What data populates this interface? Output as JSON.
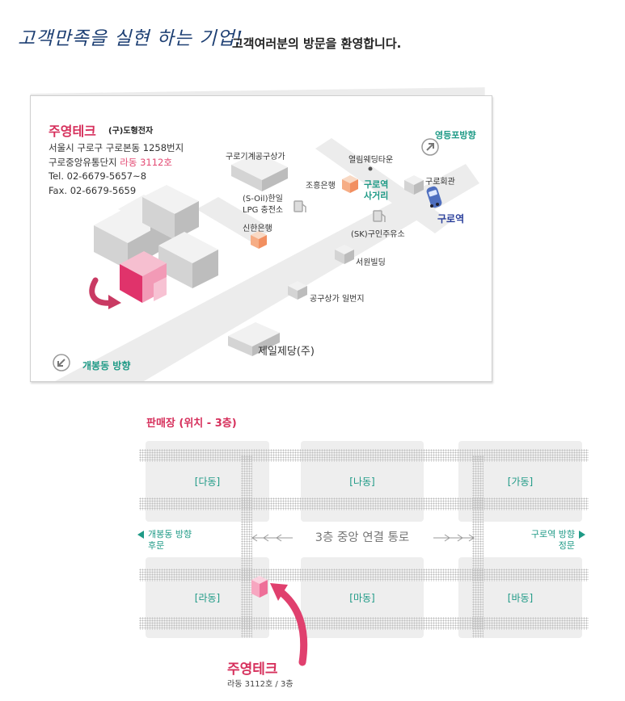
{
  "header": {
    "slogan": "고객만족을 실현 하는 기업!",
    "welcome": "고객여러분의 방문을 환영합니다."
  },
  "map": {
    "company_name": "주영테크",
    "company_sub": "(구)도형전자",
    "address": "서울시 구로구 구로본동 1258번지",
    "complex": "구로중앙유통단지",
    "unit": "라동 3112호",
    "tel": "Tel. 02-6679-5657~8",
    "fax": "Fax. 02-6679-5659",
    "labels": {
      "guro_tool_mall": "구로기계공구상가",
      "yeollim_wedding": "열림웨딩타운",
      "guro_hall": "구로회관",
      "joheung_bank": "조흥은행",
      "guro_station_crossroad_1": "구로역",
      "guro_station_crossroad_2": "사거리",
      "soil_station_1": "(S-Oil)한일",
      "soil_station_2": "LPG 충전소",
      "guro_station": "구로역",
      "shinhan_bank": "신한은행",
      "sk_station": "(SK)구인주유소",
      "seowon_building": "서원빌딩",
      "gongu_mall_1": "공구상가 일번지",
      "jeil_jedang": "제일제당(주)",
      "yeongdeungpo_direction": "영등포방향",
      "gaebong_direction": "개봉동 방향"
    },
    "colors": {
      "brand": "#d6305c",
      "accent": "#1e9a86",
      "station": "#2a3f9b"
    }
  },
  "floor": {
    "title": "판매장 (위치 - 3층)",
    "buildings_top": [
      "[다동]",
      "[나동]",
      "[가동]"
    ],
    "buildings_bottom": [
      "[라동]",
      "[마동]",
      "[바동]"
    ],
    "corridor": "3층 중앙 연결 통로",
    "left_direction_1": "개봉동 방향",
    "left_direction_2": "후문",
    "right_direction_1": "구로역 방향",
    "right_direction_2": "정문",
    "here_name": "주영테크",
    "here_sub": "라동 3112호 / 3층"
  }
}
